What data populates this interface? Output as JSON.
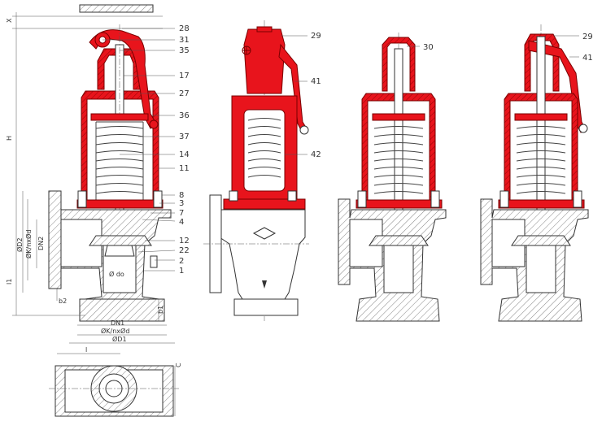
{
  "part_numbers": {
    "p28": "28",
    "p31": "31",
    "p35": "35",
    "p17": "17",
    "p27": "27",
    "p36": "36",
    "p37": "37",
    "p14": "14",
    "p11": "11",
    "p8": "8",
    "p3": "3",
    "p7": "7",
    "p4": "4",
    "p12": "12",
    "p2": "2",
    "p22": "22",
    "p1": "1",
    "p29": "29",
    "p41": "41",
    "p42": "42",
    "p30": "30"
  },
  "dimensions": {
    "x": "X",
    "h": "H",
    "l1": "l1",
    "l": "l",
    "c": "C",
    "b1": "b1",
    "b2": "b2",
    "d2": "ØD2",
    "k_nxd_left": "ØK/nxØd",
    "dn2": "DN2",
    "do": "Ø do",
    "dn1": "DN1",
    "k_nxd_bottom": "ØK/nxØd",
    "d1": "ØD1"
  },
  "colors": {
    "highlight": "#e8141c",
    "line": "#333333"
  }
}
